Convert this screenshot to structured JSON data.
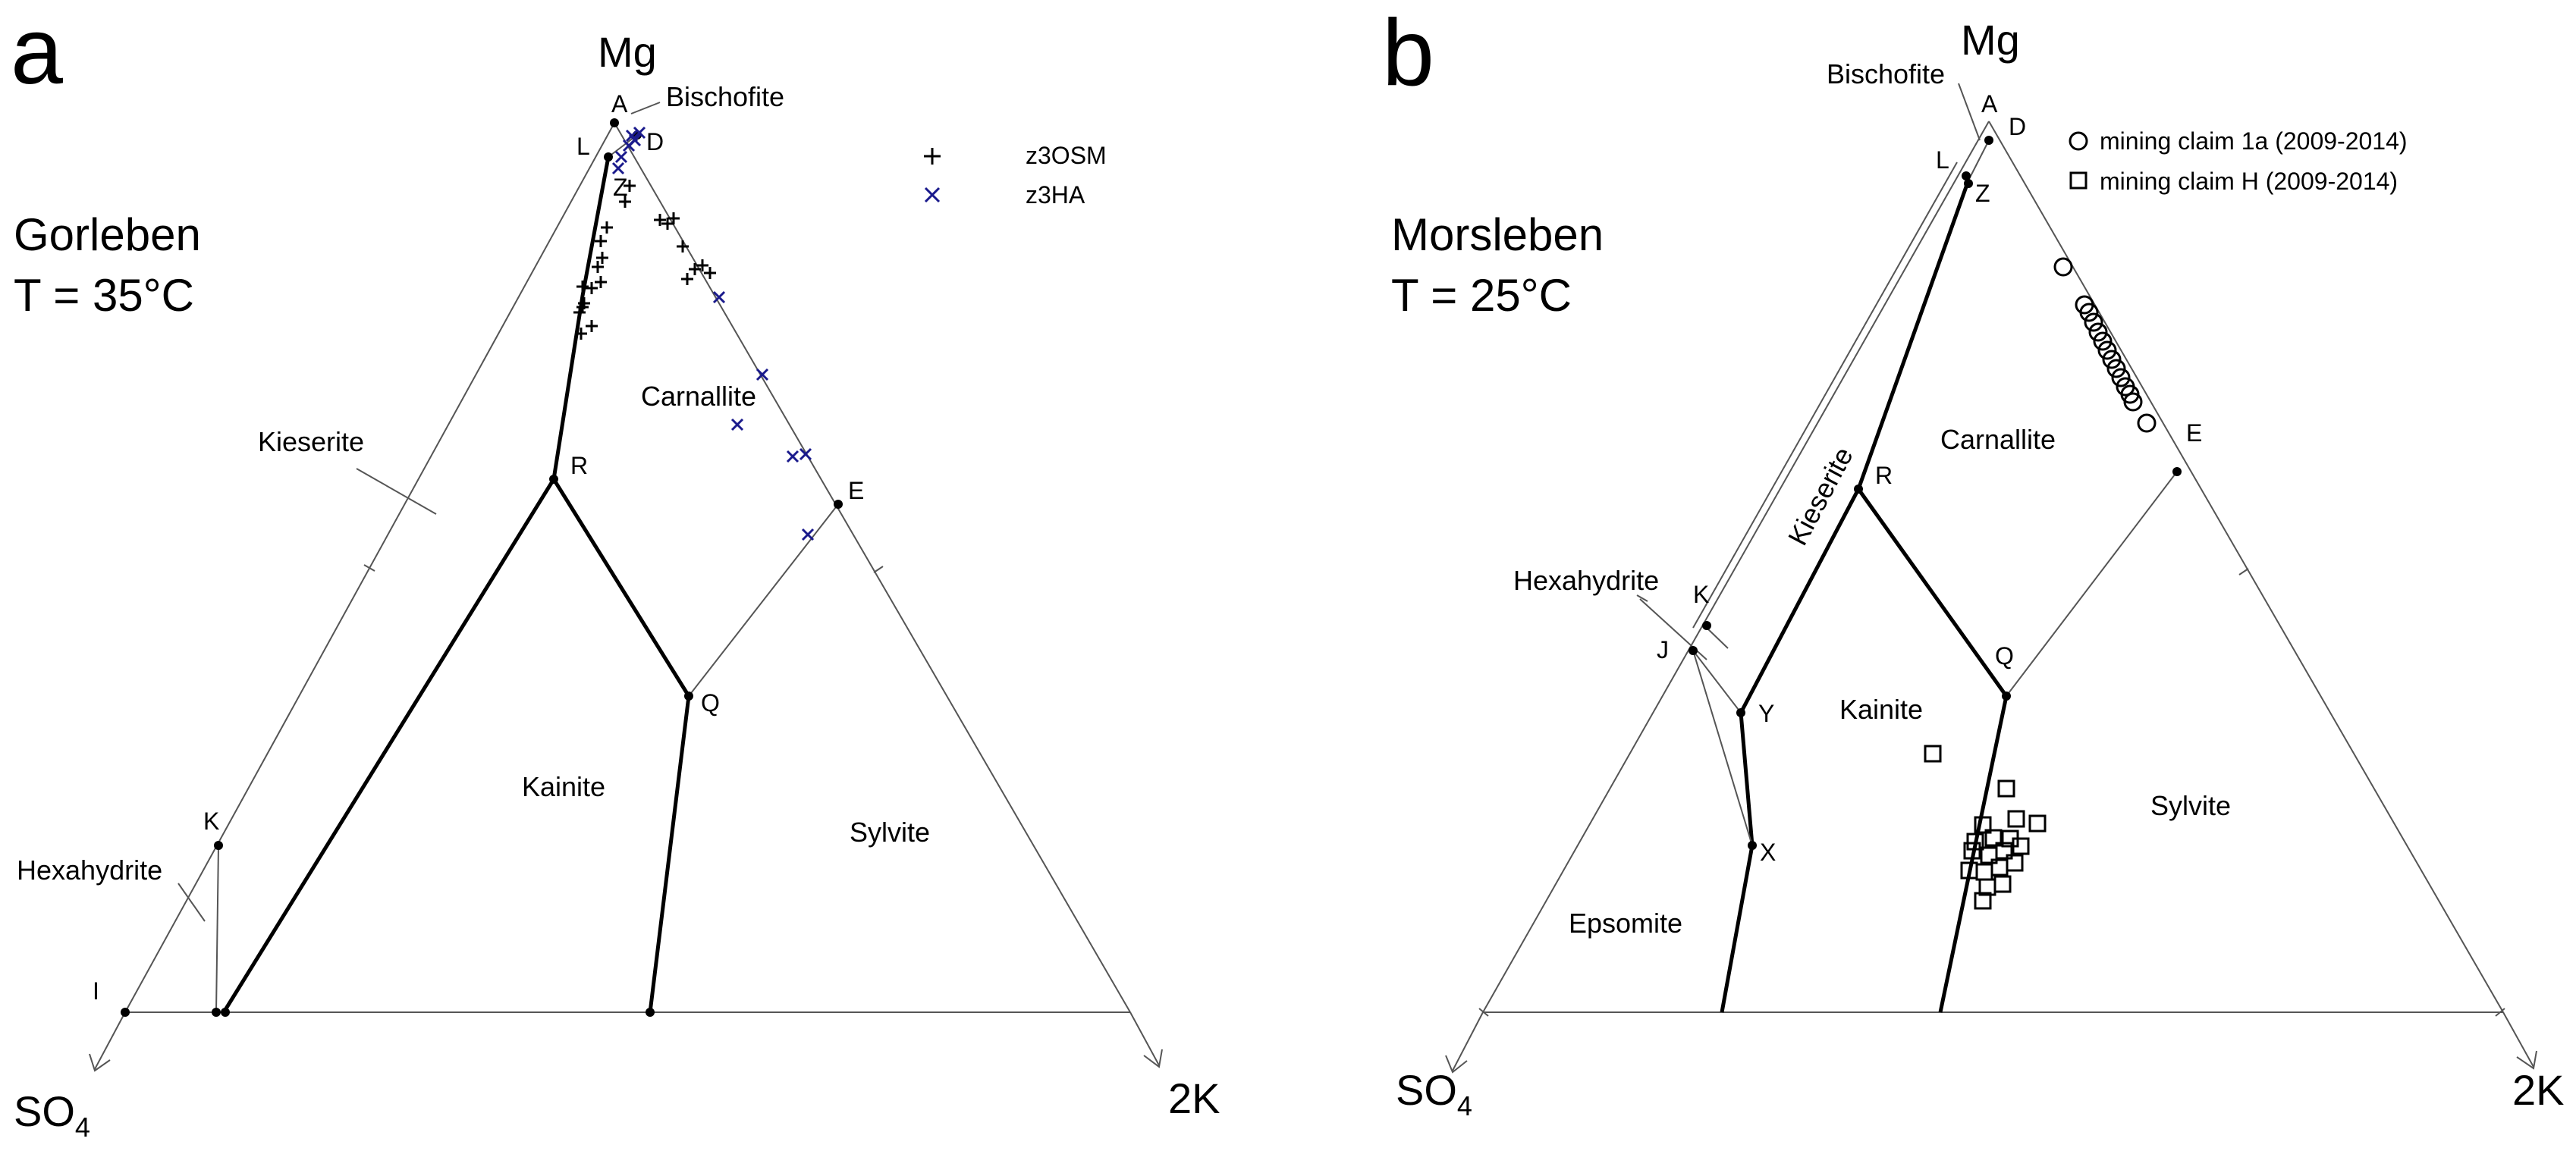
{
  "panels": [
    {
      "letter": "a",
      "site": "Gorleben",
      "temperature": "T = 35°C",
      "vertex_top": "Mg",
      "vertex_left_main": "SO",
      "vertex_left_sub": "4",
      "vertex_right": "2K",
      "points": [
        "A",
        "L",
        "D",
        "Z",
        "R",
        "E",
        "Q",
        "K",
        "I"
      ],
      "fields": [
        "Bischofite",
        "Carnallite",
        "Kieserite",
        "Kainite",
        "Sylvite",
        "Hexahydrite"
      ],
      "legend": [
        {
          "symbol": "plus",
          "label": "z3OSM",
          "color": "#000000"
        },
        {
          "symbol": "cross",
          "label": "z3HA",
          "color": "#1a1a8c"
        }
      ]
    },
    {
      "letter": "b",
      "site": "Morsleben",
      "temperature": "T = 25°C",
      "vertex_top": "Mg",
      "vertex_left_main": "SO",
      "vertex_left_sub": "4",
      "vertex_right": "2K",
      "points": [
        "A",
        "D",
        "L",
        "Z",
        "R",
        "E",
        "Q",
        "K",
        "J",
        "Y",
        "X"
      ],
      "fields": [
        "Bischofite",
        "Carnallite",
        "Kieserite",
        "Hexahydrite",
        "Kainite",
        "Sylvite",
        "Epsomite"
      ],
      "legend": [
        {
          "symbol": "circle",
          "label": "mining claim 1a (2009-2014)",
          "color": "#000000"
        },
        {
          "symbol": "square",
          "label": "mining claim H (2009-2014)",
          "color": "#000000"
        }
      ]
    }
  ]
}
